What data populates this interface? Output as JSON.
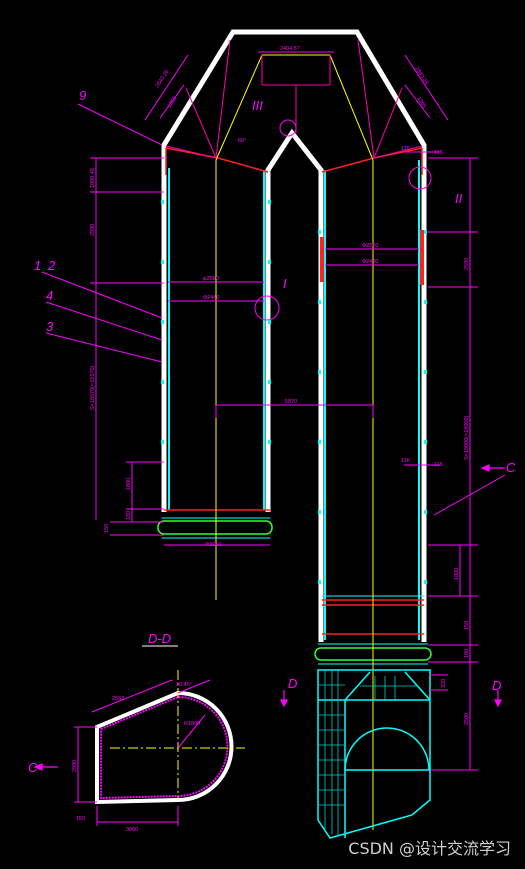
{
  "labels": {
    "nine": "9",
    "one_two_a": "1",
    "one_two_b": "2",
    "four": "4",
    "three": "3",
    "detail_I": "I",
    "detail_II": "II",
    "detail_III": "III",
    "section_title": "D-D",
    "c_left": "C",
    "c_right": "C",
    "d_left": "D",
    "d_right": "D"
  },
  "dimensions": {
    "top_width": "2404.57",
    "left_inner_width": "φ2560",
    "left_outer_width": "Ф2440",
    "right_inner_width": "Ф2560",
    "right_outer_width": "Ф2440",
    "center_span": "5870",
    "bottom_left_flange": "Ф3060",
    "right_top_a": "115",
    "right_top_b": "116",
    "right_mid_a": "116",
    "right_mid_b": "116",
    "right_v1": "2590",
    "right_v2": "S=18000(=18000)",
    "right_v3": "1800",
    "right_v4": "150",
    "right_v5": "180",
    "right_v6": "320",
    "right_v7": "2500",
    "left_v1": "1000.48",
    "left_v2": "2590",
    "left_v3": "S=15570(=15570)",
    "left_v4": "1800",
    "left_v5": "150",
    "left_v6": "180",
    "angle": "60°",
    "dd_angle": "20.45°",
    "dd_r": "R1800",
    "dd_top": "2552",
    "dd_left": "2980",
    "dd_bottom": "3060",
    "dd_small": "150",
    "incline_left_a": "2840.26",
    "incline_left_b": "1365",
    "incline_right_a": "2840.26",
    "incline_right_b": "1365"
  },
  "watermark": "CSDN @设计交流学习"
}
